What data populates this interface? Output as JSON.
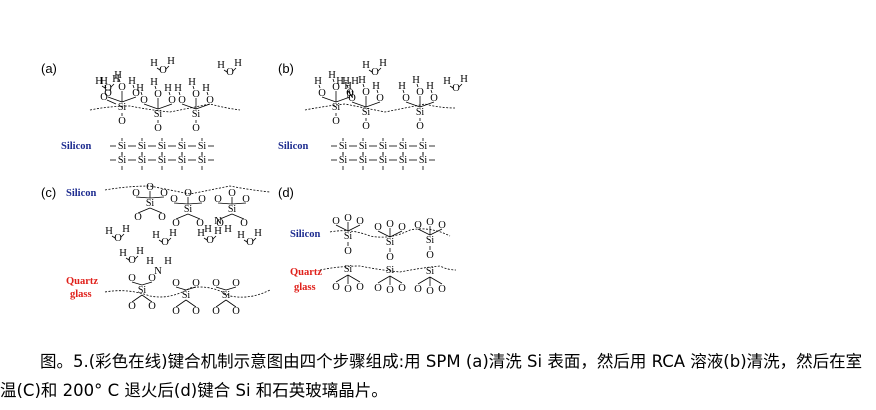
{
  "panels": [
    {
      "id": "a",
      "label": "(a)",
      "substrate_labels": [
        {
          "text": "Silicon",
          "color": "#1c2b8f"
        }
      ]
    },
    {
      "id": "b",
      "label": "(b)",
      "substrate_labels": [
        {
          "text": "Silicon",
          "color": "#1c2b8f"
        }
      ]
    },
    {
      "id": "c",
      "label": "(c)",
      "substrate_labels": [
        {
          "text": "Silicon",
          "color": "#1c2b8f"
        },
        {
          "text": "Quartz",
          "color": "#e0201a"
        },
        {
          "text": "glass",
          "color": "#e0201a"
        }
      ]
    },
    {
      "id": "d",
      "label": "(d)",
      "substrate_labels": [
        {
          "text": "Silicon",
          "color": "#1c2b8f"
        },
        {
          "text": "Quartz",
          "color": "#e0201a"
        },
        {
          "text": "glass",
          "color": "#e0201a"
        }
      ]
    }
  ],
  "atoms": {
    "silicon": "Si",
    "oxygen": "O",
    "hydrogen": "H",
    "nitrogen": "N"
  },
  "caption": "图。5.(彩色在线)键合机制示意图由四个步骤组成:用 SPM (a)清洗 Si 表面，然后用 RCA 溶液(b)清洗，然后在室温(C)和 200° C 退火后(d)键合 Si 和石英玻璃晶片。"
}
